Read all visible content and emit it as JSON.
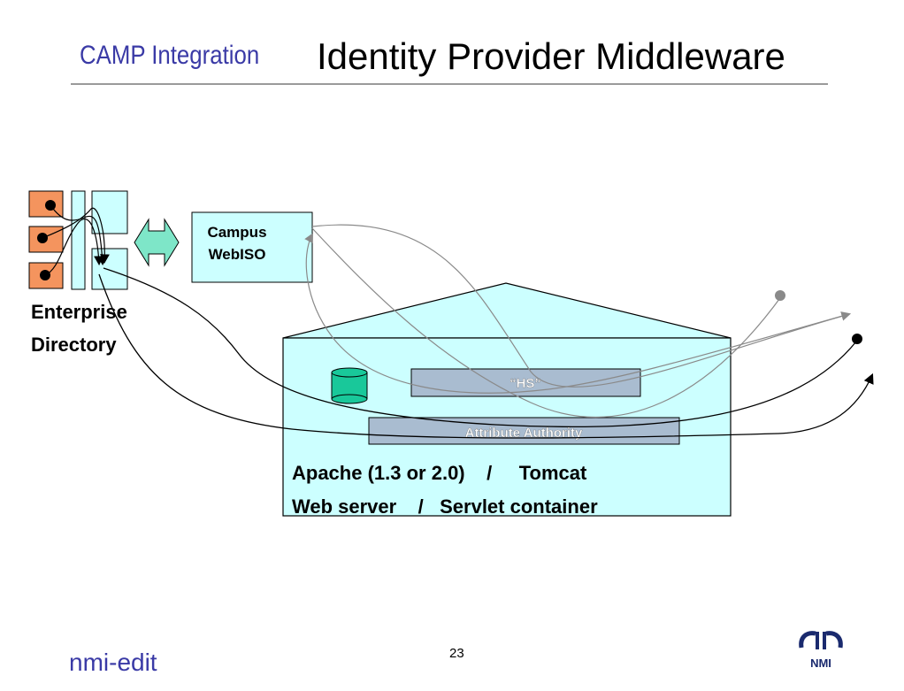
{
  "header": {
    "section_title": "CAMP Integration",
    "slide_title": "Identity Provider Middleware"
  },
  "diagram": {
    "enterprise_directory": {
      "label_line1": "Enterprise",
      "label_line2": "Directory"
    },
    "campus_webiso": {
      "label_line1": "Campus",
      "label_line2": "WebISO"
    },
    "hs_label": "“HS”",
    "attribute_authority_label": "Attribute Authority",
    "server_line1": "Apache (1.3 or 2.0)    /     Tomcat",
    "server_line2": "Web server    /   Servlet container",
    "colors": {
      "directory_entry": "#f4945e",
      "directory_panel": "#ccffff",
      "server_box": "#ccffff",
      "component_bar": "#a9bcd0",
      "database": "#19c89a",
      "exchange_arrow": "#7ee6c8"
    }
  },
  "footer": {
    "brand": "nmi-edit",
    "page_number": "23",
    "logo_text": "NMI"
  }
}
